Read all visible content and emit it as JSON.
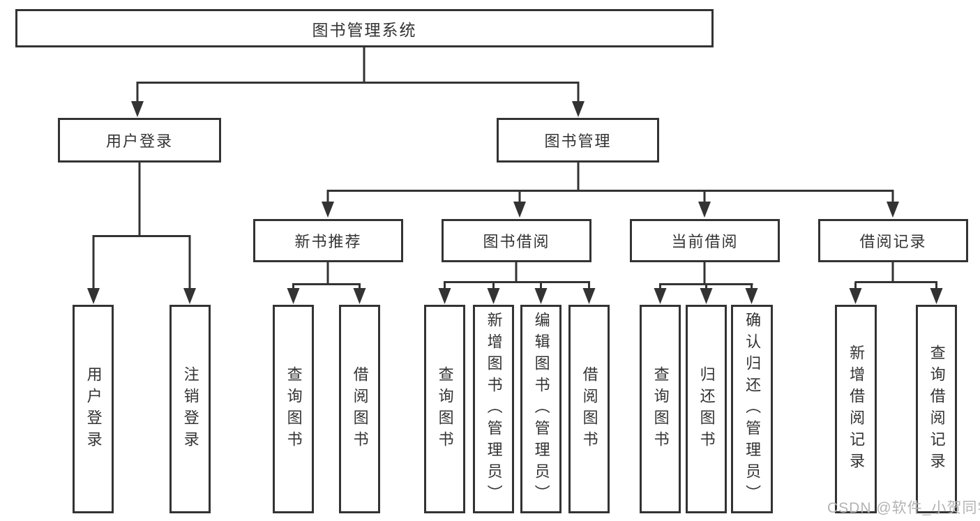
{
  "diagram": {
    "root": {
      "label": "图书管理系统",
      "children": [
        {
          "label": "用户登录",
          "leaves": [
            "用户登录",
            "注销登录"
          ]
        },
        {
          "label": "图书管理",
          "groups": [
            {
              "label": "新书推荐",
              "leaves": [
                "查询图书",
                "借阅图书"
              ]
            },
            {
              "label": "图书借阅",
              "leaves": [
                "查询图书",
                "新增图书（管理员）",
                "编辑图书（管理员）",
                "借阅图书"
              ]
            },
            {
              "label": "当前借阅",
              "leaves": [
                "查询图书",
                "归还图书",
                "确认归还（管理员）"
              ]
            },
            {
              "label": "借阅记录",
              "leaves": [
                "新增借阅记录",
                "查询借阅记录"
              ]
            }
          ]
        }
      ]
    }
  },
  "watermark": {
    "text": "CSDN @软件_小贺同学"
  },
  "colors": {
    "line": "#333333",
    "text": "#333333",
    "node_background": "#ffffff",
    "watermark": "#b3b3b3",
    "background": "#ffffff"
  }
}
